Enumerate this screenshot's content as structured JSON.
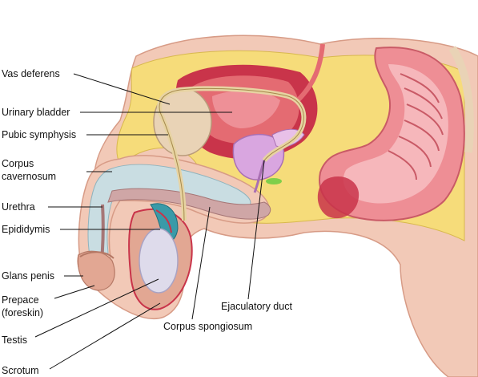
{
  "labels": {
    "vas_deferens": "Vas deferens",
    "urinary_bladder": "Urinary bladder",
    "pubic_symphysis": "Pubic symphysis",
    "corpus_cavernosum_1": "Corpus",
    "corpus_cavernosum_2": "cavernosum",
    "urethra": "Urethra",
    "epididymis": "Epididymis",
    "glans_penis": "Glans penis",
    "prepace_1": "Prepace",
    "prepace_2": "(foreskin)",
    "testis": "Testis",
    "scrotum": "Scrotum",
    "ejaculatory_duct": "Ejaculatory duct",
    "corpus_spongiosum": "Corpus spongiosum"
  },
  "colors": {
    "skin": "#f2c9b7",
    "skin_dark": "#e2a793",
    "fat": "#f6dc7a",
    "muscle": "#c9344a",
    "muscle_light": "#e46b72",
    "bone": "#e9d3b6",
    "cartilage": "#c9dde2",
    "prostate": "#d9a6e0",
    "seminal": "#7fcf4a",
    "testis": "#dedbeb",
    "urethra": "#cfa6a6",
    "duct": "#e7d3a2",
    "intestine": "#ee8e95"
  }
}
